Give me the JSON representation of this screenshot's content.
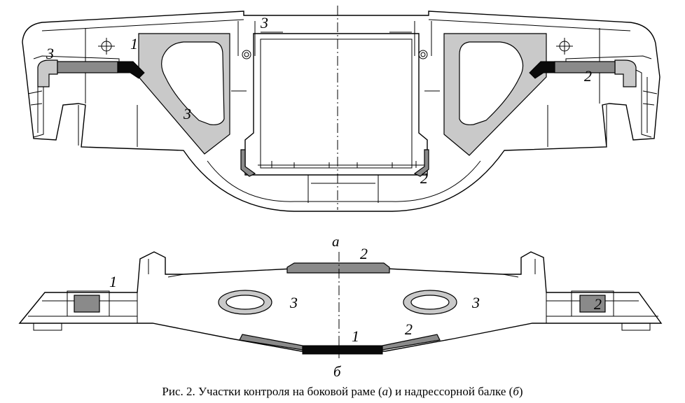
{
  "figure": {
    "labels_a": {
      "left_outer": "3",
      "left_top": "1",
      "center_top": "3",
      "left_window": "3",
      "right_outer": "2",
      "bottom_right": "2"
    },
    "sublabel_a": "а",
    "labels_b": {
      "top_center": "2",
      "left_box": "1",
      "left_hole": "3",
      "right_hole": "3",
      "right_box": "2",
      "bottom_center": "1",
      "bottom_right": "2"
    },
    "sublabel_b": "б"
  },
  "caption": {
    "prefix": "Рис. 2. Участки контроля на боковой раме (",
    "part_a": "а",
    "middle": ") и надрессорной балке (",
    "part_b": "б",
    "suffix": ")"
  }
}
